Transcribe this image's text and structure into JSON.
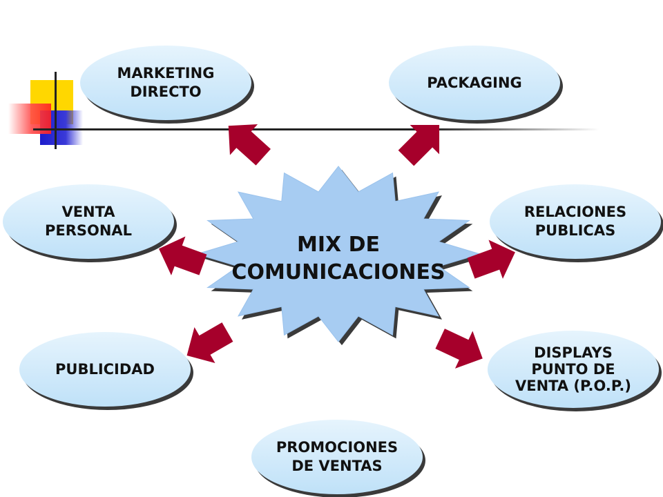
{
  "center": {
    "label": "MIX DE\nCOMUNICACIONES"
  },
  "nodes": [
    {
      "id": "marketing-directo",
      "label": "MARKETING\nDIRECTO"
    },
    {
      "id": "packaging",
      "label": "PACKAGING"
    },
    {
      "id": "venta-personal",
      "label": "VENTA\nPERSONAL"
    },
    {
      "id": "relaciones-publicas",
      "label": "RELACIONES\nPUBLICAS"
    },
    {
      "id": "publicidad",
      "label": "PUBLICIDAD"
    },
    {
      "id": "displays-pop",
      "label": "DISPLAYS\nPUNTO DE\nVENTA (P.O.P.)"
    },
    {
      "id": "promociones-ventas",
      "label": "PROMOCIONES\nDE VENTAS"
    }
  ],
  "colors": {
    "ellipse_fill": "#cfe9fb",
    "ellipse_shadow": "#3a3a3a",
    "star_fill": "#a7ccf2",
    "arrow_fill": "#a6002b",
    "deco_yellow": "#ffd700",
    "deco_blue": "#1c1ccc",
    "deco_red": "#ff3030"
  }
}
